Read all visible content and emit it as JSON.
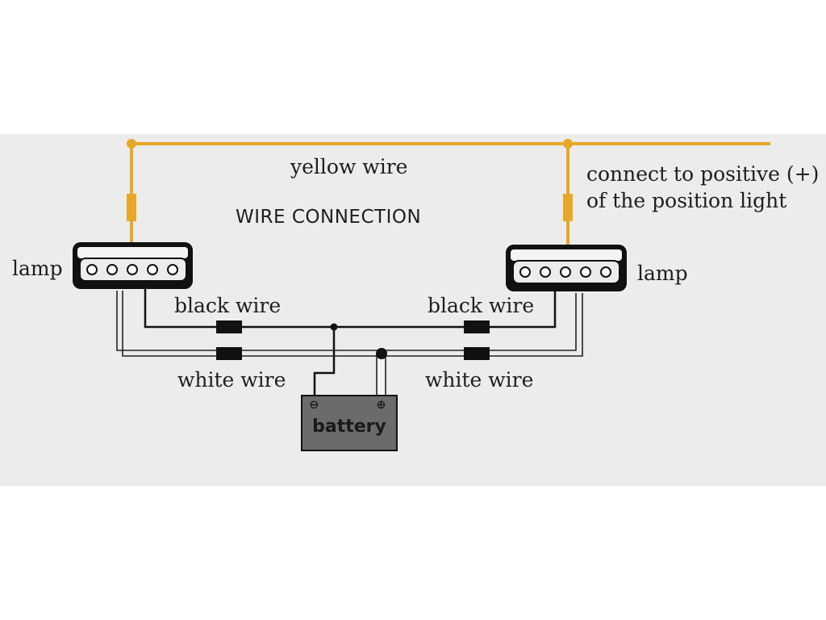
{
  "diagram": {
    "title": "WIRE CONNECTION",
    "labels": {
      "yellow_wire": "yellow wire",
      "connect_line1": "connect to positive (+)",
      "connect_line2": "of the position light",
      "lamp_left": "lamp",
      "lamp_right": "lamp",
      "black_wire_left": "black wire",
      "black_wire_right": "black wire",
      "white_wire_left": "white wire",
      "white_wire_right": "white wire",
      "battery": "battery",
      "battery_negative": "⊖",
      "battery_positive": "⊕"
    },
    "colors": {
      "panel": "#ececea",
      "yellow_wire": "#e6a826",
      "black_wire": "#111111",
      "battery_fill": "#6b6b6b"
    }
  }
}
